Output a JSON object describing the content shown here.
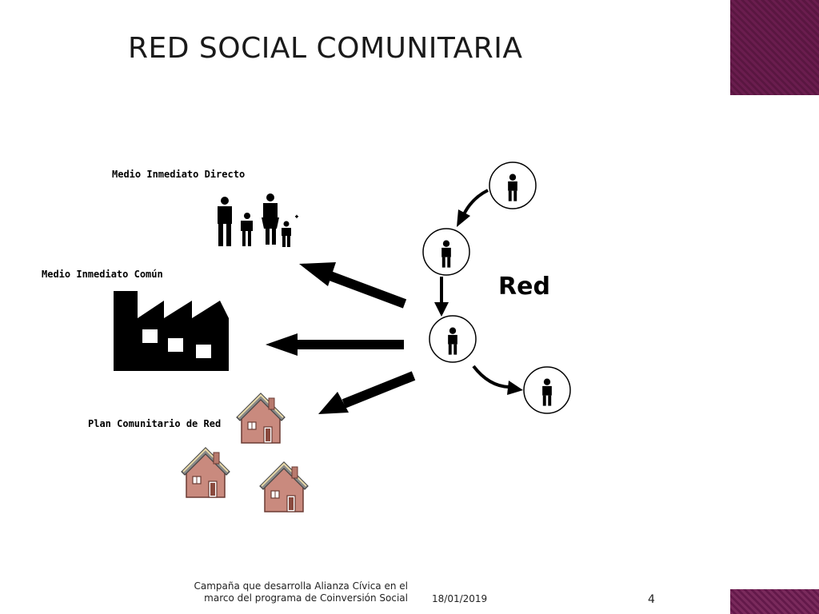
{
  "slide": {
    "title": "RED SOCIAL COMUNITARIA",
    "accent_color": "#6a1d4e"
  },
  "diagram": {
    "labels": {
      "directo": "Medio Inmediato Directo",
      "comun": "Medio Inmediato Común",
      "plan": "Plan Comunitario de Red",
      "red": "Red"
    }
  },
  "footer": {
    "source_line1": "Campaña que desarrolla Alianza Cívica en el",
    "source_line2": "marco del programa de Coinversión Social",
    "date": "18/01/2019",
    "page": "4"
  }
}
